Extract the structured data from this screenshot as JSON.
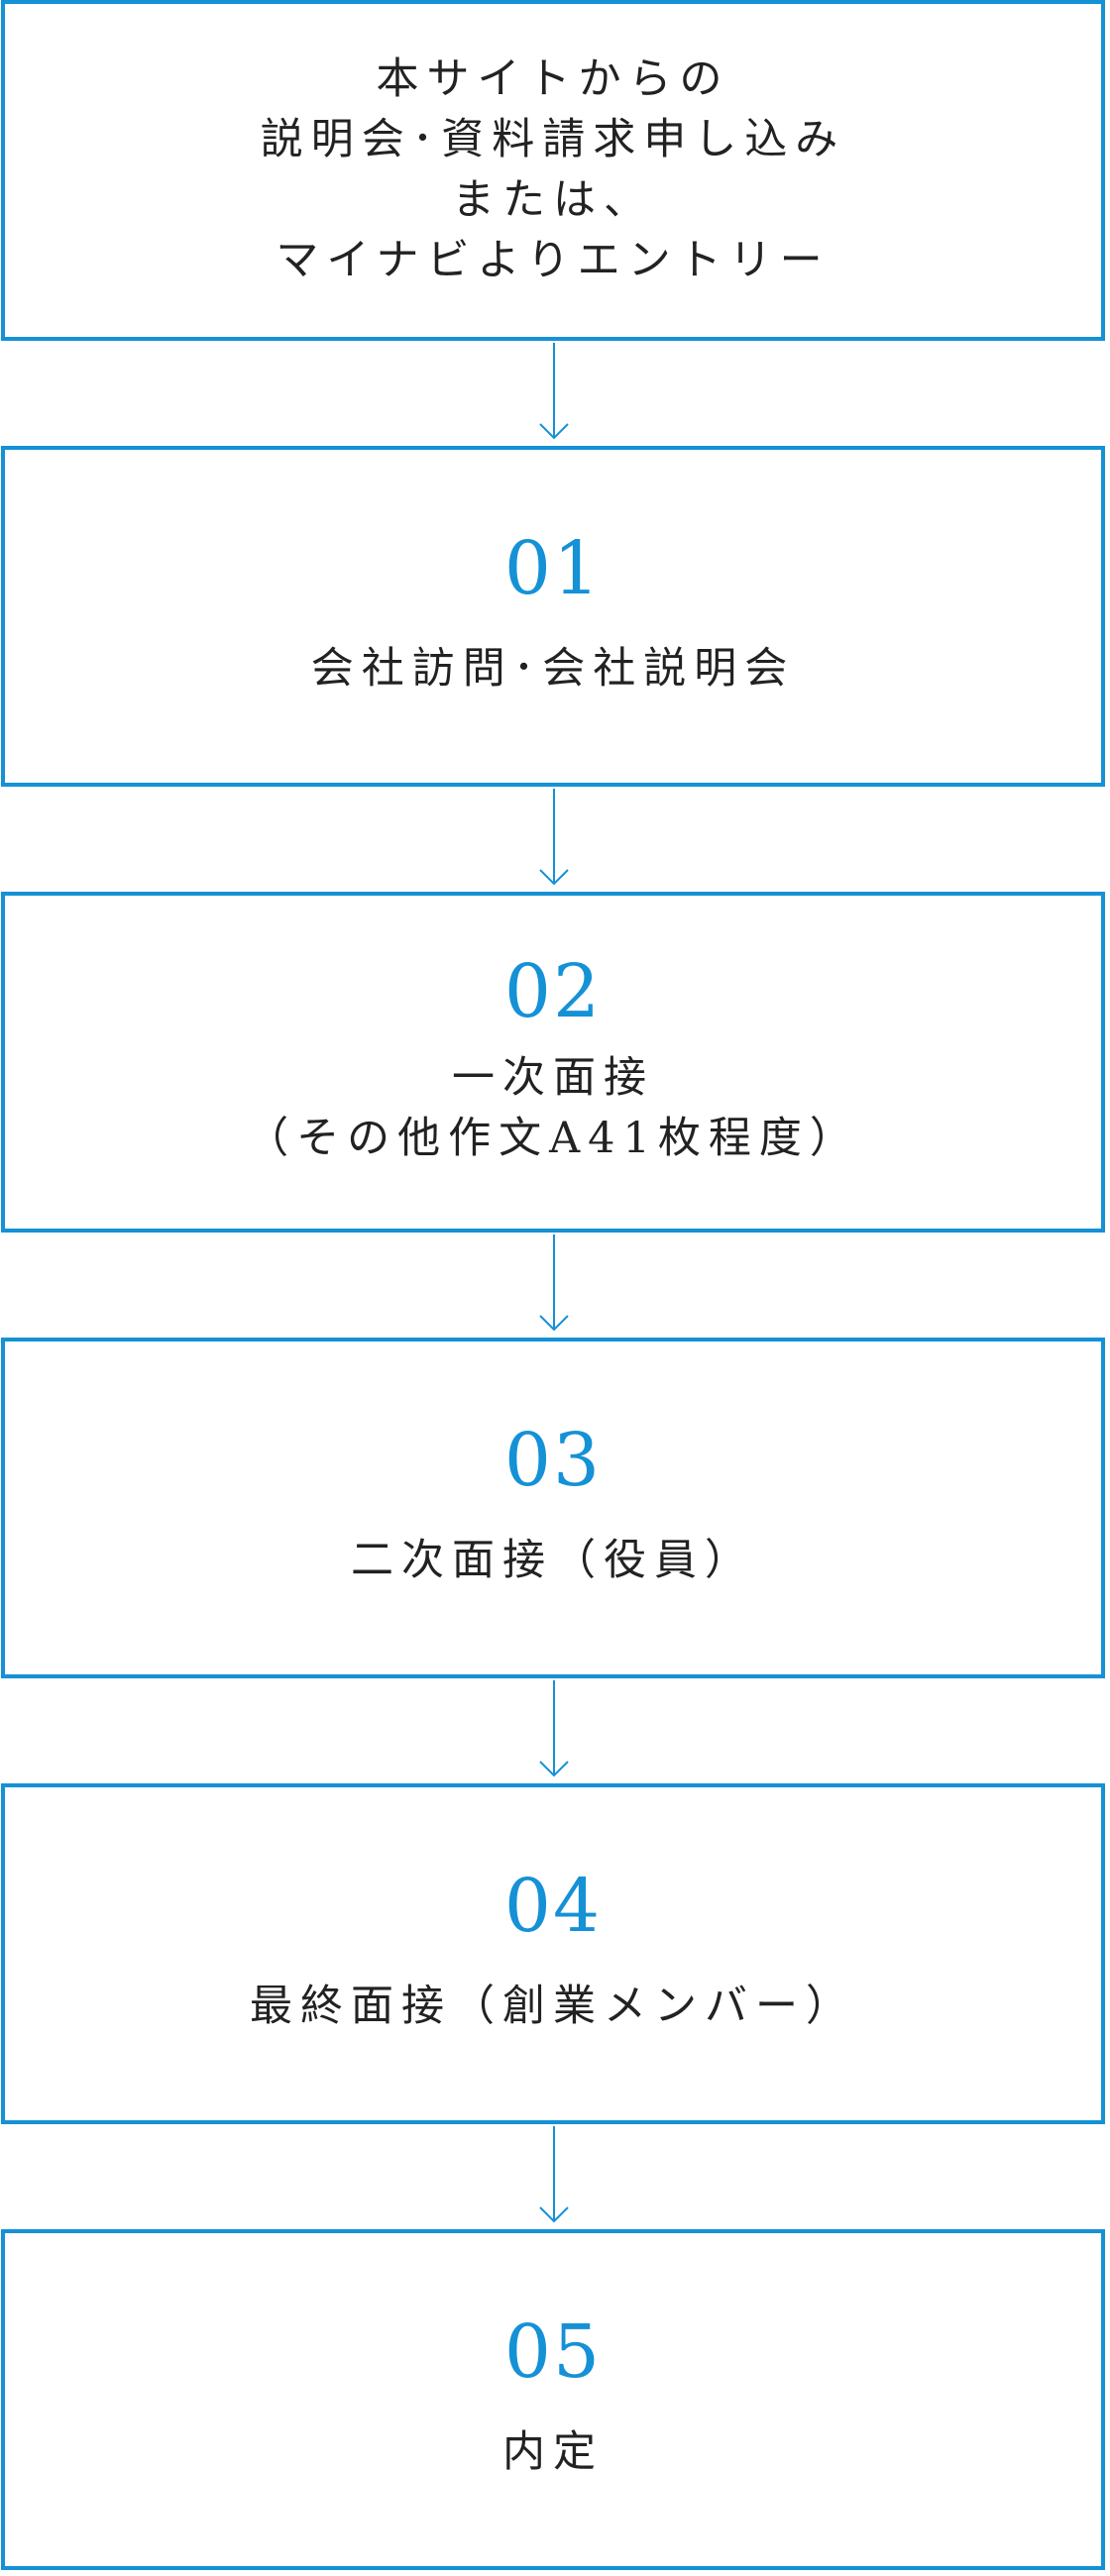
{
  "colors": {
    "accent": "#1591d6",
    "text": "#222222",
    "background": "#ffffff"
  },
  "entry": {
    "lines": [
      "本サイトからの",
      "説明会･資料請求申し込み",
      "または、",
      "マイナビよりエントリー"
    ]
  },
  "steps": [
    {
      "number": "01",
      "lines": [
        "会社訪問･会社説明会"
      ]
    },
    {
      "number": "02",
      "lines": [
        "一次面接",
        "（その他作文A41枚程度）"
      ]
    },
    {
      "number": "03",
      "lines": [
        "二次面接（役員）"
      ]
    },
    {
      "number": "04",
      "lines": [
        "最終面接（創業メンバー）"
      ]
    },
    {
      "number": "05",
      "lines": [
        "内定"
      ]
    }
  ],
  "connector_icon": "arrow-down-icon"
}
